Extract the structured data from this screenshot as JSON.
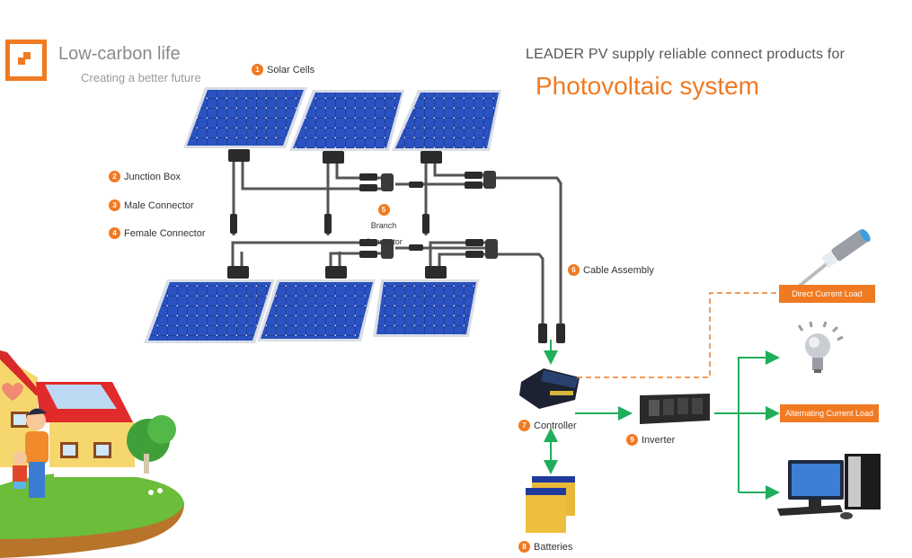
{
  "brand": {
    "title": "Low-carbon life",
    "subtitle": "Creating a better future",
    "accent_color": "#f07a22"
  },
  "header": {
    "line": "LEADER PV  supply reliable  connect products  for",
    "title": "Photovoltaic  system"
  },
  "components": [
    {
      "number": "1",
      "label": "Solar Cells"
    },
    {
      "number": "2",
      "label": "Junction  Box"
    },
    {
      "number": "3",
      "label": "Male  Connector"
    },
    {
      "number": "4",
      "label": "Female  Connector"
    },
    {
      "number": "5",
      "label": "Branch Connector"
    },
    {
      "number": "6",
      "label": "Cable Assembly"
    },
    {
      "number": "7",
      "label": "Controller"
    },
    {
      "number": "8",
      "label": "Batteries"
    },
    {
      "number": "9",
      "label": "Inverter"
    }
  ],
  "loads": {
    "dc": "Direct  Current  Load",
    "ac": "Alternating  Current  Load"
  },
  "colors": {
    "flow_arrow": "#1fae5a",
    "dc_dashed": "#f07a22",
    "panel_blue": "#1f3f9e"
  }
}
